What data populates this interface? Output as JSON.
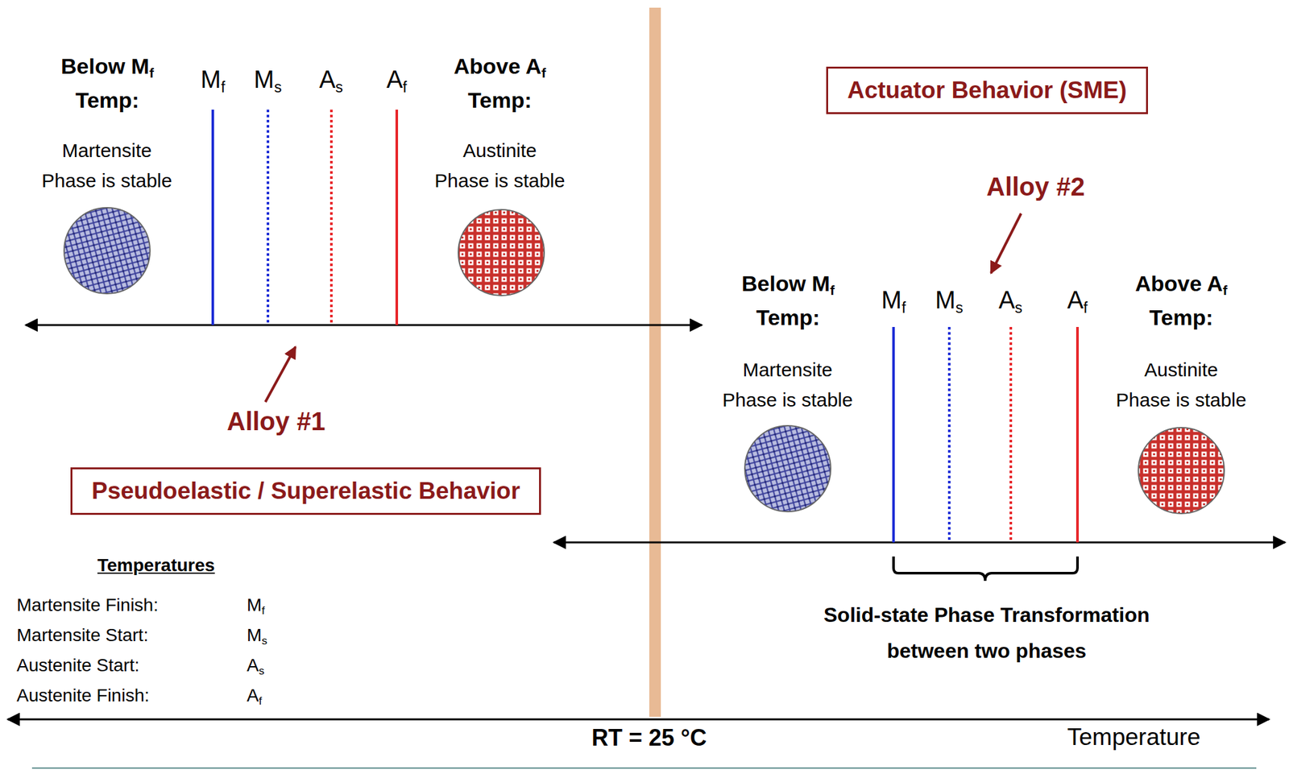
{
  "diagram": {
    "nodes": [
      {
        "text": [
          "Actuator Behavior (SME)"
        ]
      },
      {
        "text": [
          "Pseudoelastic / Superelastic Behavior"
        ]
      }
    ],
    "labels": [
      "Below Mf Temp:",
      "Martensite Phase is stable",
      "Mf",
      "Ms",
      "As",
      "Af",
      "Above Af Temp:",
      "Austinite Phase is stable",
      "Alloy #1",
      "Alloy #2",
      "Below Mf Temp:",
      "Martensite Phase is stable",
      "Mf",
      "Ms",
      "As",
      "Af",
      "Above Af Temp:",
      "Austinite Phase is stable",
      "Solid-state Phase Transformation between two phases",
      "Temperatures",
      "Martensite Finish:",
      "Mf",
      "Martensite Start:",
      "Ms",
      "Austenite Start:",
      "As",
      "Austenite Finish:",
      "Af",
      "RT = 25 °C",
      "Temperature"
    ]
  }
}
